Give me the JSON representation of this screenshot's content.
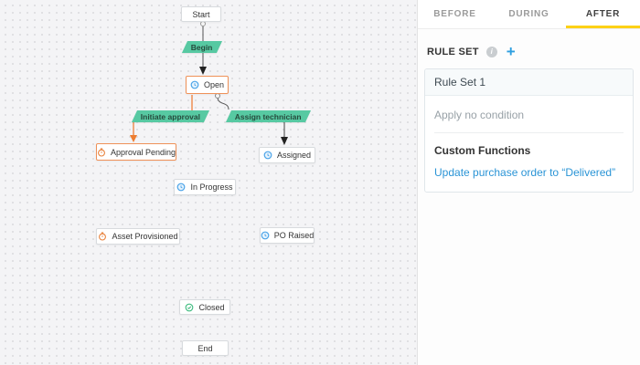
{
  "canvas": {
    "nodes": [
      {
        "label": "Start",
        "icon": null
      },
      {
        "label": "Open",
        "icon": "clock-blue"
      },
      {
        "label": "Approval Pending",
        "icon": "stopwatch-orange"
      },
      {
        "label": "Assigned",
        "icon": "clock-blue"
      },
      {
        "label": "In Progress",
        "icon": "clock-blue"
      },
      {
        "label": "Asset Provisioned",
        "icon": "stopwatch-orange"
      },
      {
        "label": "PO Raised",
        "icon": "clock-blue"
      },
      {
        "label": "Closed",
        "icon": "check-green"
      },
      {
        "label": "End",
        "icon": null
      }
    ],
    "transitions": [
      {
        "label": "Begin"
      },
      {
        "label": "Initiate approval"
      },
      {
        "label": "Assign technician"
      }
    ],
    "colors": {
      "transition_fill": "#57c9a2",
      "highlight_orange": "#ee8e54",
      "edge_dark": "#555555",
      "icon_blue": "#4aa3e8",
      "icon_orange": "#e8823c",
      "icon_green": "#3dbb7e"
    }
  },
  "panel": {
    "tabs": [
      {
        "label": "BEFORE",
        "active": false
      },
      {
        "label": "DURING",
        "active": false
      },
      {
        "label": "AFTER",
        "active": true
      }
    ],
    "active_tab_underline": "#fdd116",
    "rule_set": {
      "title": "RULE SET",
      "info_icon": "i",
      "add_icon": "+",
      "card": {
        "title": "Rule Set 1",
        "condition": "Apply no condition",
        "functions_heading": "Custom Functions",
        "action_link": "Update purchase order to “Delivered”"
      }
    }
  }
}
